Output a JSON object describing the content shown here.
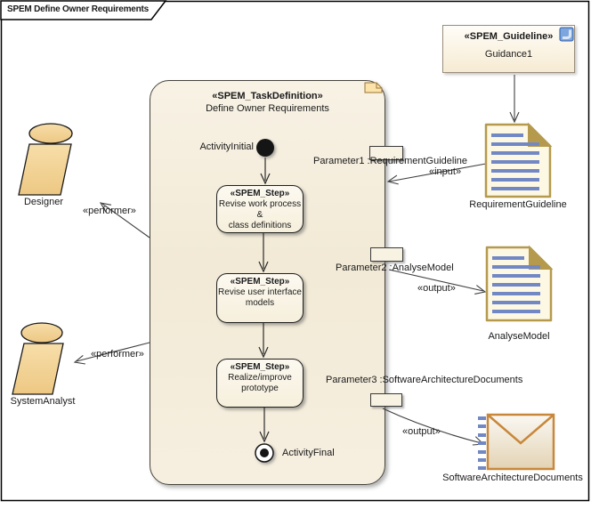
{
  "frame": {
    "title": "SPEM Define Owner Requirements"
  },
  "guidance": {
    "stereotype": "«SPEM_Guideline»",
    "name": "Guidance1",
    "icon": "guideline-blue-icon"
  },
  "activity": {
    "stereotype": "«SPEM_TaskDefinition»",
    "name": "Define Owner Requirements",
    "initial_label": "ActivityInitial",
    "final_label": "ActivityFinal",
    "steps": [
      {
        "stereotype": "«SPEM_Step»",
        "line1": "Revise work process &",
        "line2": "class definitions"
      },
      {
        "stereotype": "«SPEM_Step»",
        "line1": "Revise user interface",
        "line2": "models"
      },
      {
        "stereotype": "«SPEM_Step»",
        "line1": "Realize/improve",
        "line2": "prototype"
      }
    ],
    "parameters": [
      {
        "label": "Parameter1 :RequirementGuideline"
      },
      {
        "label": "Parameter2 :AnalyseModel"
      },
      {
        "label": "Parameter3 :SoftwareArchitectureDocuments"
      }
    ]
  },
  "actors": [
    {
      "name": "Designer"
    },
    {
      "name": "SystemAnalyst"
    }
  ],
  "artifacts": [
    {
      "name": "RequirementGuideline",
      "icon": "document-icon"
    },
    {
      "name": "AnalyseModel",
      "icon": "document-icon"
    },
    {
      "name": "SoftwareArchitectureDocuments",
      "icon": "mail-envelope-icon"
    }
  ],
  "edge_labels": {
    "performer": "«performer»",
    "input": "«input»",
    "output": "«output»"
  },
  "colors": {
    "activity_fill": "#F5EEDD",
    "step_fill": "#FBF6EA",
    "actor_fill": "#F2CE93",
    "doc_border": "#B59A4E",
    "doc_lines": "#7288C4",
    "envelope_border": "#C8873B",
    "icon_blue": "#7EA6DE"
  }
}
